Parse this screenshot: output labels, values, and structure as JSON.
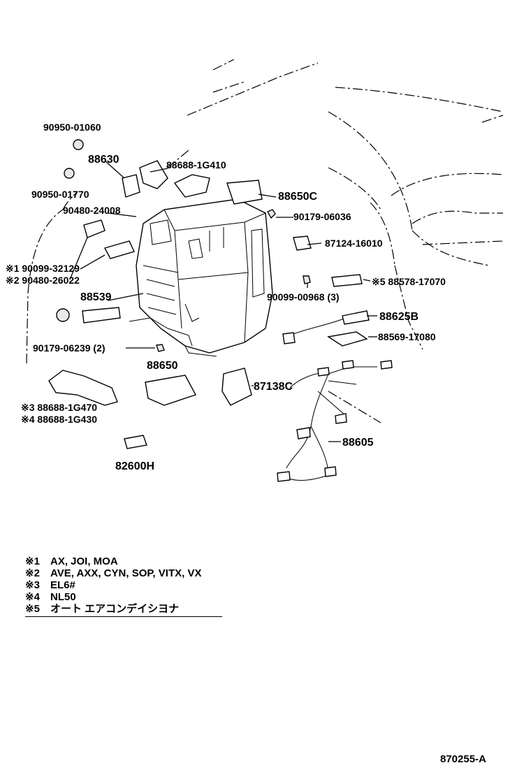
{
  "part_labels": [
    {
      "id": "p1",
      "text": "90950-01060"
    },
    {
      "id": "p2",
      "text": "88630"
    },
    {
      "id": "p3",
      "text": "88688-1G410"
    },
    {
      "id": "p4",
      "text": "90950-01770"
    },
    {
      "id": "p5",
      "text": "88650C"
    },
    {
      "id": "p6",
      "text": "90480-24008"
    },
    {
      "id": "p7",
      "text": "90179-06036"
    },
    {
      "id": "p8",
      "text": "87124-16010"
    },
    {
      "id": "p9",
      "text": "※1 90099-32129"
    },
    {
      "id": "p10",
      "text": "※2 90480-26022"
    },
    {
      "id": "p11",
      "text": "※5 88578-17070"
    },
    {
      "id": "p12",
      "text": "88539"
    },
    {
      "id": "p13",
      "text": "90099-00968 (3)"
    },
    {
      "id": "p14",
      "text": "88625B"
    },
    {
      "id": "p15",
      "text": "88569-17080"
    },
    {
      "id": "p16",
      "text": "90179-06239 (2)"
    },
    {
      "id": "p17",
      "text": "88650"
    },
    {
      "id": "p18",
      "text": "87138C"
    },
    {
      "id": "p19",
      "text": "※3 88688-1G470"
    },
    {
      "id": "p20",
      "text": "※4 88688-1G430"
    },
    {
      "id": "p21",
      "text": "88605"
    },
    {
      "id": "p22",
      "text": "82600H"
    }
  ],
  "notes": [
    {
      "mark": "※1",
      "text": "AX, JOI, MOA"
    },
    {
      "mark": "※2",
      "text": "AVE, AXX, CYN, SOP, VITX, VX"
    },
    {
      "mark": "※3",
      "text": "EL6#"
    },
    {
      "mark": "※4",
      "text": "NL50"
    },
    {
      "mark": "※5",
      "text": "オート エアコンデイシヨナ"
    }
  ],
  "catalog_number": "870255-A"
}
